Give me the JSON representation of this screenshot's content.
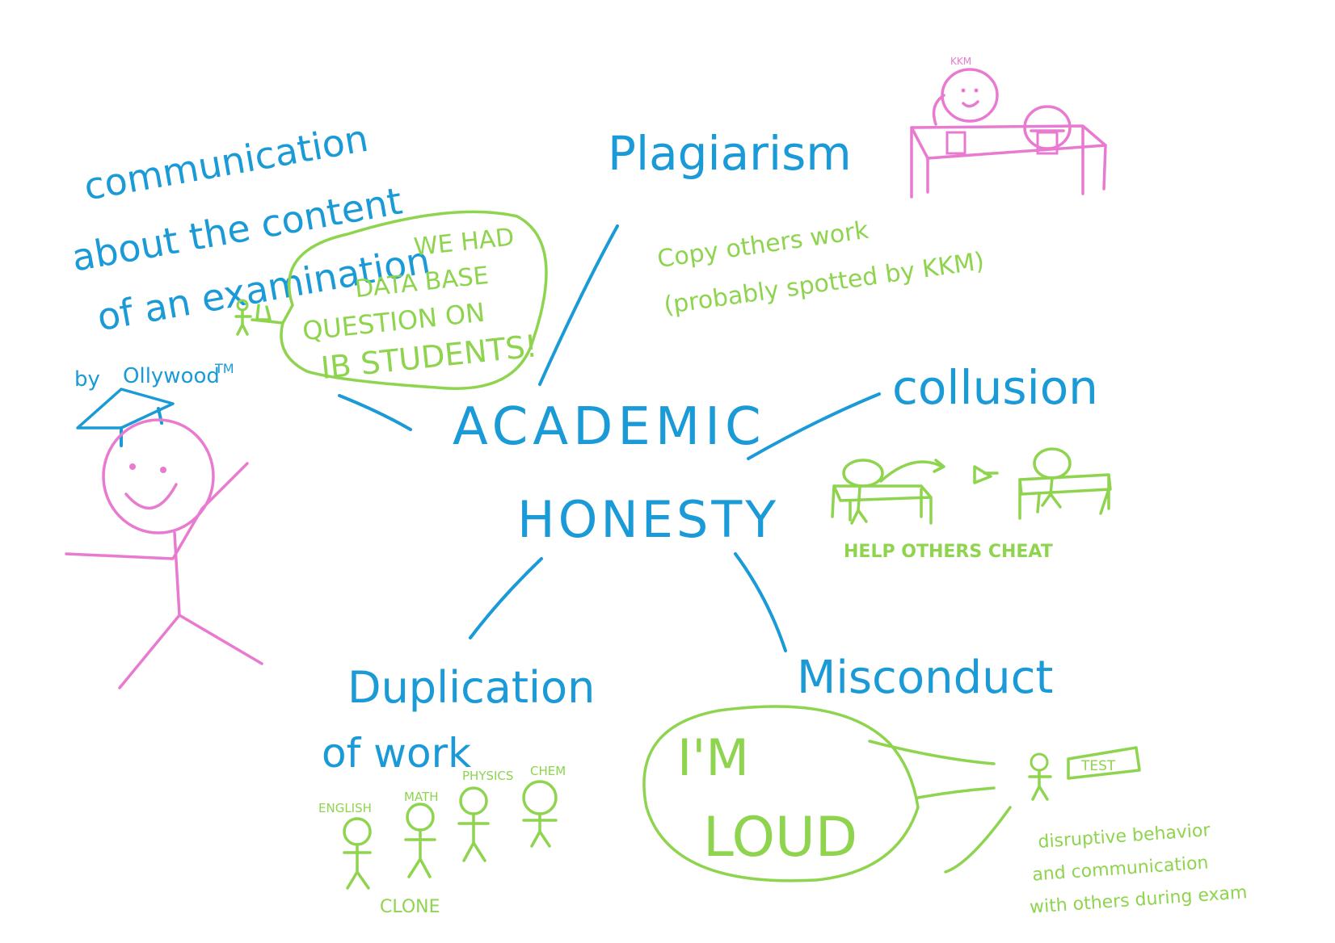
{
  "colors": {
    "blue": "#1a9ad6",
    "green": "#8ed44e",
    "pink": "#e87ad0"
  },
  "center": {
    "line1": "ACADEMIC",
    "line2": "HONESTY"
  },
  "communication": {
    "line1": "communication",
    "line2": "about the content",
    "line3": "of an examination",
    "bubble_line1": "WE HAD",
    "bubble_line2": "DATA BASE",
    "bubble_line3": "QUESTION ON",
    "bubble_line4": "IB STUDENTS!"
  },
  "signature": {
    "by": "by",
    "name": "Ollywood",
    "tm": "TM"
  },
  "plagiarism": {
    "title": "Plagiarism",
    "desc_line1": "Copy others work",
    "desc_line2": "(probably spotted by KKM)",
    "sketch_label": "KKM"
  },
  "collusion": {
    "title": "collusion",
    "caption": "HELP OTHERS CHEAT"
  },
  "duplication": {
    "title_line1": "Duplication",
    "title_line2": "of work",
    "subjects": [
      "ENGLISH",
      "MATH",
      "PHYSICS",
      "CHEM"
    ],
    "caption": "CLONE"
  },
  "misconduct": {
    "title": "Misconduct",
    "bubble_line1": "I'M",
    "bubble_line2": "LOUD",
    "sign": "TEST",
    "desc_line1": "disruptive behavior",
    "desc_line2": "and communication",
    "desc_line3": "with others during exam"
  }
}
